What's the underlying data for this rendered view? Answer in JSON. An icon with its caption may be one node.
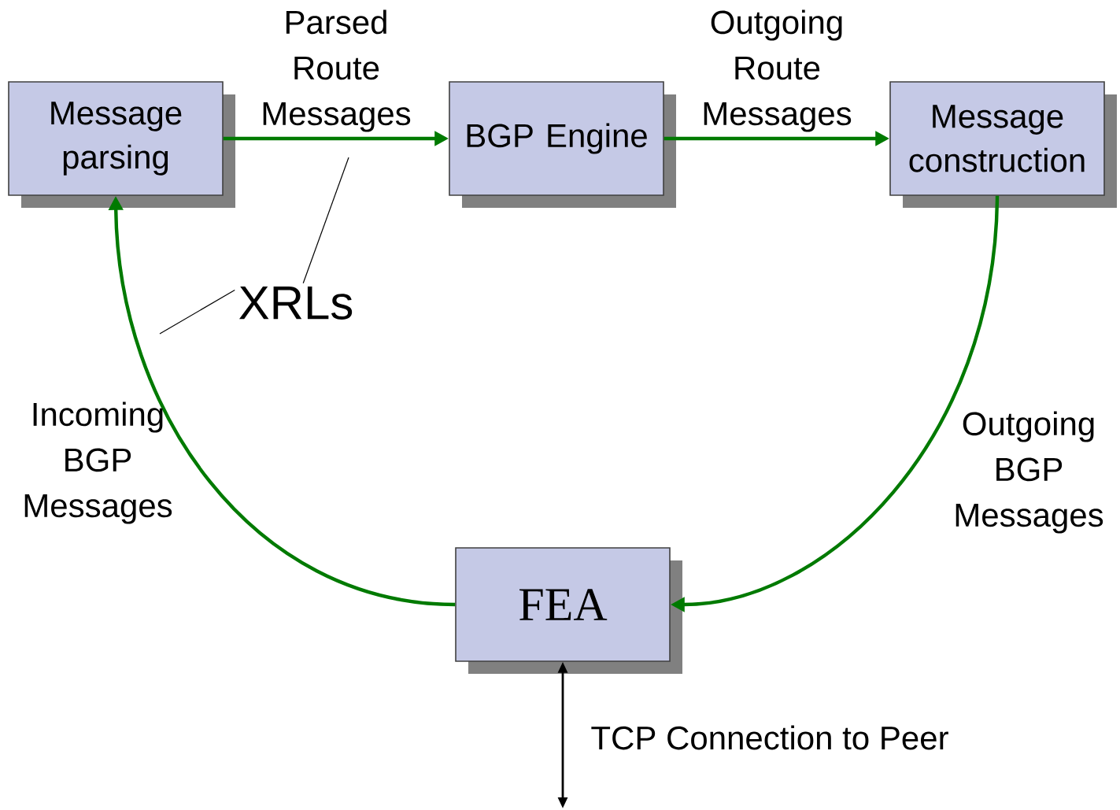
{
  "diagram": {
    "nodes": [
      {
        "text": [
          "Message parsing"
        ]
      },
      {
        "text": [
          "BGP Engine"
        ]
      },
      {
        "text": [
          "Message construction"
        ]
      },
      {
        "text": [
          "FEA"
        ]
      },
      {
        "text": [
          "XRLs"
        ]
      }
    ],
    "edges": [
      {
        "from": 0,
        "to": 1,
        "arrow": "to",
        "label": "Parsed Route Messages"
      },
      {
        "from": 1,
        "to": 2,
        "arrow": "to",
        "label": "Outgoing Route Messages"
      },
      {
        "from": 2,
        "to": 3,
        "arrow": "to",
        "label": "Outgoing BGP Messages"
      },
      {
        "from": 3,
        "to": 0,
        "arrow": "to",
        "label": "Incoming BGP Messages"
      },
      {
        "from": 3,
        "to": null,
        "arrow": "both",
        "label": "TCP Connection to Peer",
        "color": "#000000"
      },
      {
        "from": 4,
        "to": null,
        "arrow": "none",
        "color": "#000000"
      },
      {
        "from": 4,
        "to": null,
        "arrow": "none",
        "color": "#000000"
      }
    ]
  }
}
